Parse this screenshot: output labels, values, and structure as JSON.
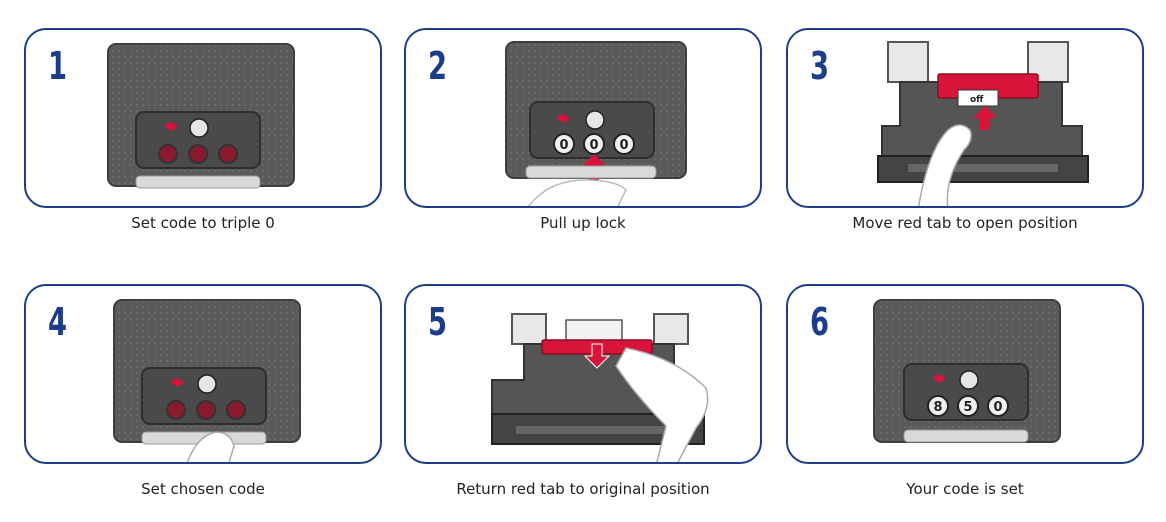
{
  "colors": {
    "border": "#1b3d8a",
    "number": "#1b3d8a",
    "lock_body": "#5a5a5a",
    "accent_red": "#d8143a",
    "text": "#222222"
  },
  "steps": [
    {
      "number": "1",
      "caption": "Set code to triple 0",
      "dials": [
        "",
        "",
        ""
      ]
    },
    {
      "number": "2",
      "caption": "Pull up lock",
      "dials": [
        "0",
        "0",
        "0"
      ]
    },
    {
      "number": "3",
      "caption": "Move red tab to open position",
      "tab_label": "off"
    },
    {
      "number": "4",
      "caption": "Set chosen code",
      "dials": [
        "",
        "",
        ""
      ]
    },
    {
      "number": "5",
      "caption": "Return red tab to original position"
    },
    {
      "number": "6",
      "caption": "Your code is set",
      "dials": [
        "8",
        "5",
        "0"
      ]
    }
  ]
}
